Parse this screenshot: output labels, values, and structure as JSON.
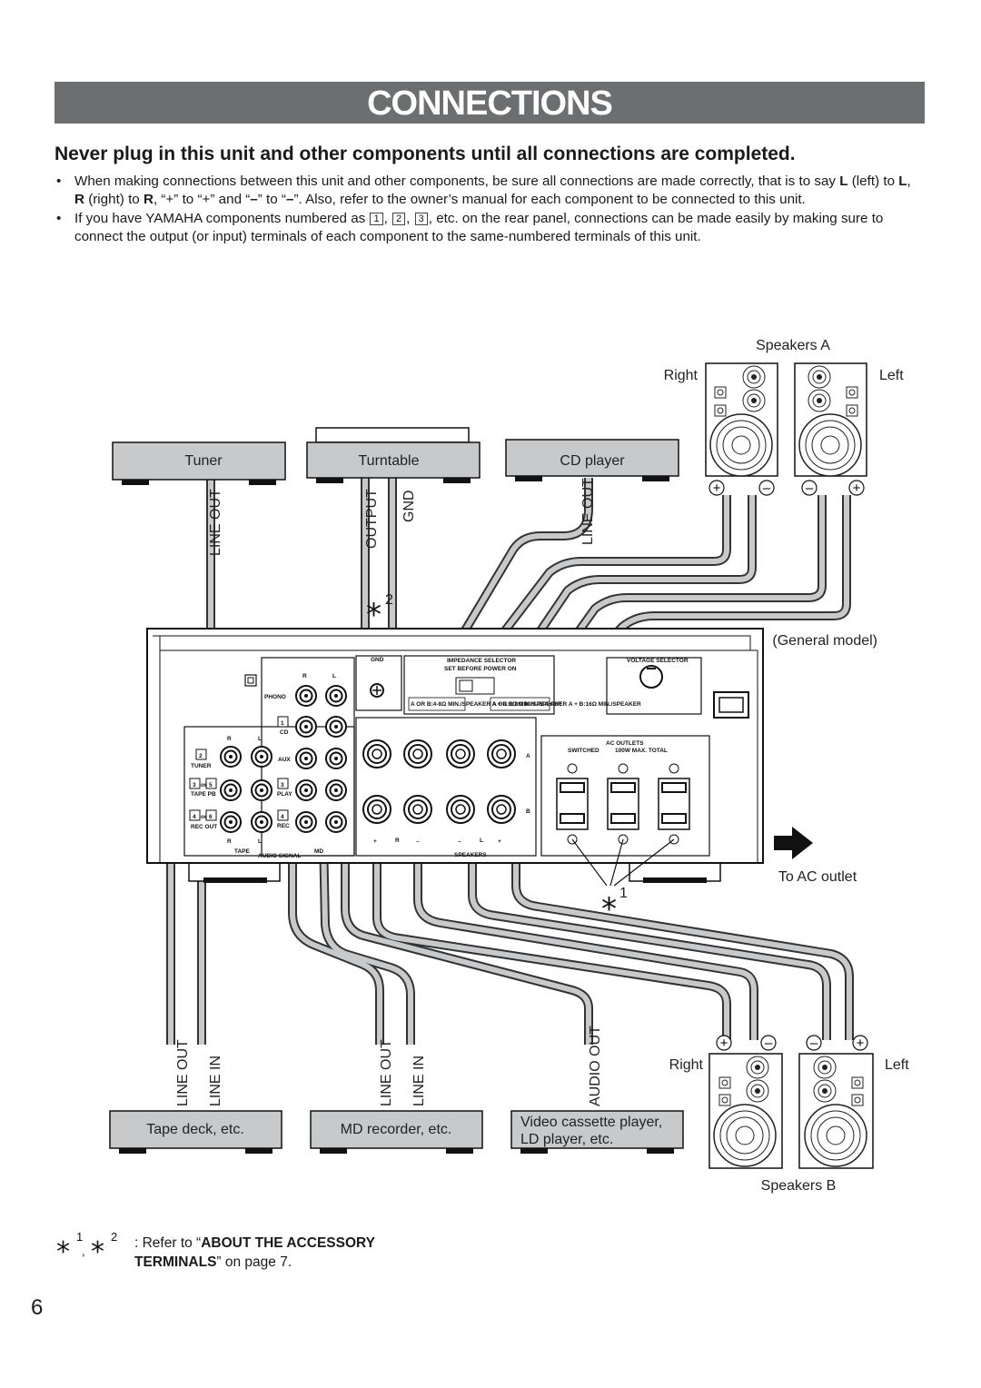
{
  "header": {
    "title": "CONNECTIONS",
    "warning": "Never plug in this unit and other components until all connections are completed."
  },
  "bullets": {
    "b1_a": "When making connections between this unit and other components, be sure all connections are made correctly, that is to say ",
    "b1_L1": "L",
    "b1_b": " (left) to ",
    "b1_L2": "L",
    "b1_c": ", ",
    "b1_R1": "R",
    "b1_d": " (right) to ",
    "b1_R2": "R",
    "b1_e": ", “+” to “+” and “",
    "b1_m1": "–",
    "b1_f": "” to “",
    "b1_m2": "–",
    "b1_g": "”.  Also, refer to the owner’s manual for each component to be connected to this unit.",
    "b2_a": "If you have YAMAHA components numbered as ",
    "b2_n1": "1",
    "b2_sep1": ", ",
    "b2_n2": "2",
    "b2_sep2": ", ",
    "b2_n3": "3",
    "b2_b": ", etc. on the rear panel, connections can be made easily by making sure to connect the output (or input) terminals of each component to the same-numbered terminals of this unit."
  },
  "diagram": {
    "speakers_a": "Speakers A",
    "speakers_b": "Speakers B",
    "right": "Right",
    "left": "Left",
    "tuner": "Tuner",
    "turntable": "Turntable",
    "cd_player": "CD player",
    "line_out": "LINE OUT",
    "line_in": "LINE IN",
    "output": "OUTPUT",
    "gnd": "GND",
    "audio_out": "AUDIO OUT",
    "general_model": "(General model)",
    "to_ac_outlet": "To AC outlet",
    "tape_deck": "Tape deck, etc.",
    "md_recorder": "MD recorder, etc.",
    "vcr_line1": "Video cassette player,",
    "vcr_line2": "LD player, etc.",
    "star1_sup": "1",
    "star2_sup": "2",
    "panel": {
      "phono": "PHONO",
      "cd": "CD",
      "aux": "AUX",
      "tuner": "TUNER",
      "tape_pb": "TAPE PB",
      "rec_out": "REC OUT",
      "play": "PLAY",
      "rec": "REC",
      "tape": "TAPE",
      "audio_signal": "AUDIO SIGNAL",
      "md": "MD",
      "gnd": "GND",
      "impedance_selector": "IMPEDANCE SELECTOR",
      "set_before_power_on": "SET BEFORE POWER ON",
      "imp_left": "A OR B:4-8Ω MIN./SPEAKER  A + B:8Ω MIN./SPEAKER",
      "imp_right": "A OR B:8Ω MIN./SPEAKER  A + B:16Ω MIN./SPEAKER",
      "voltage_selector": "VOLTAGE SELECTOR",
      "ac_outlets": "AC OUTLETS",
      "switched": "SWITCHED",
      "max_total": "100W MAX. TOTAL",
      "speakers": "SPEAKERS",
      "row_a": "A",
      "row_b": "B",
      "plus": "+",
      "minus": "–",
      "r": "R",
      "l": "L",
      "n1": "1",
      "n2": "2",
      "n3": "3",
      "n4": "4",
      "n5": "5",
      "n6": "6",
      "or": "or"
    }
  },
  "footnote": {
    "sup1": "1",
    "comma": ",",
    "sup2": "2",
    "text_a": ": Refer to “",
    "bold": "ABOUT THE ACCESSORY TERMINALS",
    "text_b": "” on page 7."
  },
  "page_number": "6"
}
